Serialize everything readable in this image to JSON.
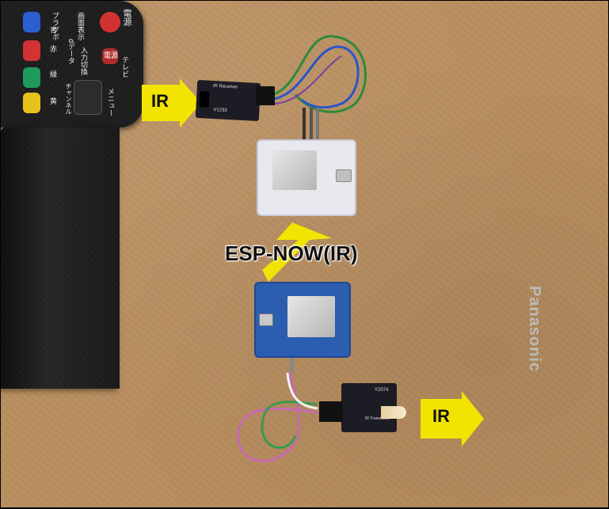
{
  "photo": {
    "callouts": {
      "ir_receiver_arrow": "IR",
      "ir_transmitter_arrow": "IR",
      "center_label": "ESP-NOW(IR)"
    },
    "remote_labels": {
      "prog": "プラグボ",
      "screen": "画面表示",
      "power": "電源",
      "tv": "テレビ",
      "data": "dデータ",
      "input": "入力切換",
      "menu": "メニュー",
      "channel": "チャンネル",
      "green": "緑",
      "red": "赤",
      "blue": "青",
      "yellow": "黄",
      "power_main": "電源"
    },
    "module_labels": {
      "receiver": "IR Receiver",
      "receiver_code": "V1233",
      "transmitter": "IR Transmitter",
      "transmitter_code": "Y2074"
    },
    "device_brand": "Panasonic",
    "colors": {
      "table": "#b98f60",
      "callout_yellow": "#f2e400",
      "board_white": "#e8e8ef",
      "board_blue": "#2b5eb0"
    }
  }
}
